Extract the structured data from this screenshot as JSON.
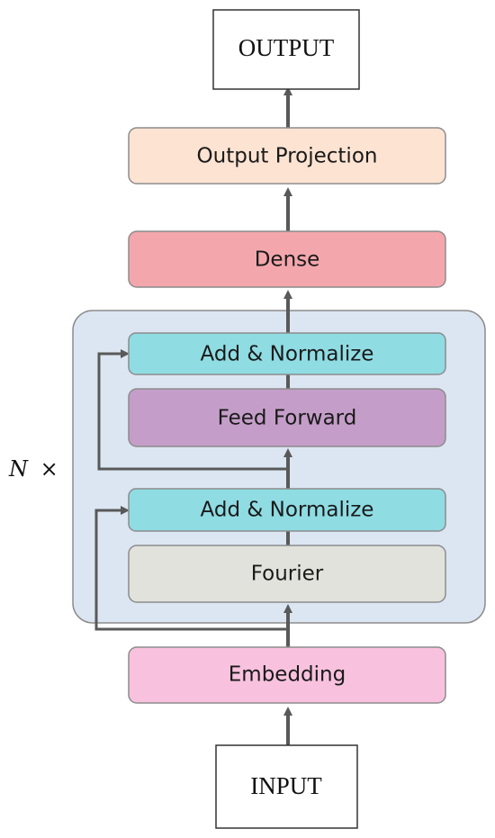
{
  "diagram": {
    "output_label": "OUTPUT",
    "input_label": "INPUT",
    "output_projection_label": "Output Projection",
    "dense_label": "Dense",
    "add_normalize_top_label": "Add & Normalize",
    "feed_forward_label": "Feed Forward",
    "add_normalize_bottom_label": "Add & Normalize",
    "fourier_label": "Fourier",
    "embedding_label": "Embedding",
    "repeat_n": "N",
    "repeat_times": "×"
  },
  "colors": {
    "output_projection": "#fde3d2",
    "dense": "#f3a7ad",
    "add_normalize": "#8fdce3",
    "feed_forward": "#c49ec8",
    "fourier": "#e2e2dc",
    "embedding": "#f8c2de",
    "encoder_block": "#dce6f2",
    "arrow": "#595959"
  }
}
